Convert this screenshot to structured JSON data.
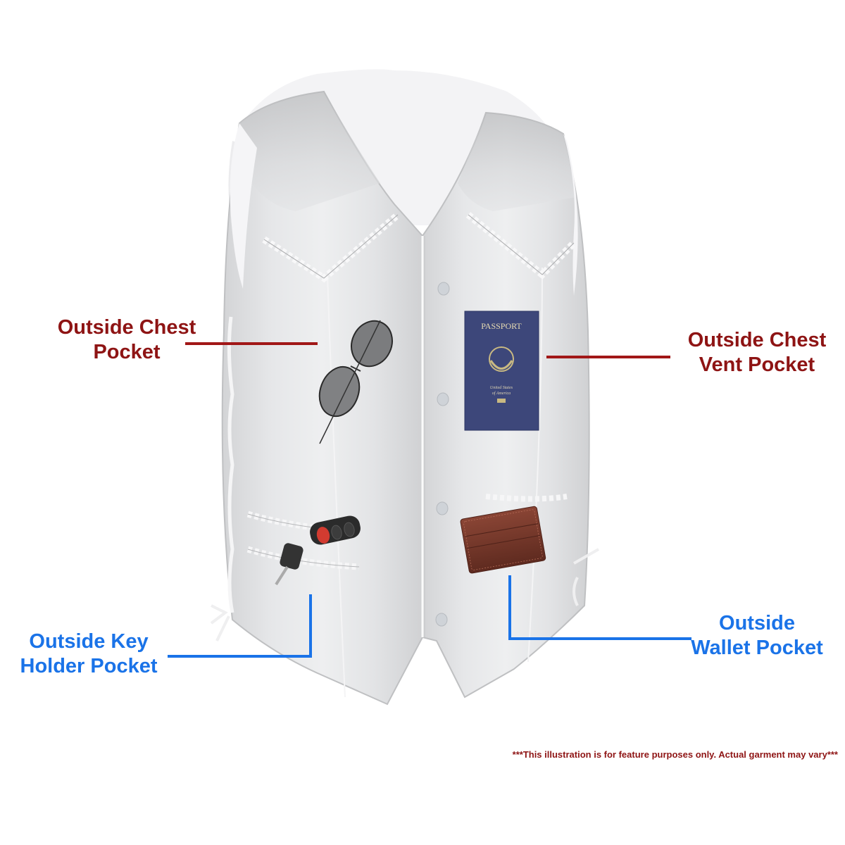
{
  "illustration": {
    "subject": "White leather vest with braided trim and side laces",
    "colors": {
      "callout_red": "#8e1414",
      "callout_blue": "#1a73e8",
      "vest_fill": "#e4e5e7",
      "vest_shadow": "#c9cacc",
      "lining": "#f4f4f6",
      "passport_blue": "#3b4677",
      "wallet_brown": "#7a3a2c"
    },
    "props": {
      "passport": {
        "title": "PASSPORT",
        "country_line1": "United States",
        "country_line2": "of America"
      },
      "sunglasses": "aviator-sunglasses",
      "keys": "car-key-fob",
      "wallet": "bifold-wallet"
    }
  },
  "callouts": {
    "chest_pocket": {
      "line1": "Outside Chest",
      "line2": "Pocket",
      "color": "red"
    },
    "vent_pocket": {
      "line1": "Outside Chest",
      "line2": "Vent Pocket",
      "color": "red"
    },
    "key_pocket": {
      "line1": "Outside Key",
      "line2": "Holder Pocket",
      "color": "blue"
    },
    "wallet_pocket": {
      "line1": "Outside",
      "line2": "Wallet Pocket",
      "color": "blue"
    }
  },
  "disclaimer": "***This illustration is for feature purposes only.  Actual garment may vary***"
}
